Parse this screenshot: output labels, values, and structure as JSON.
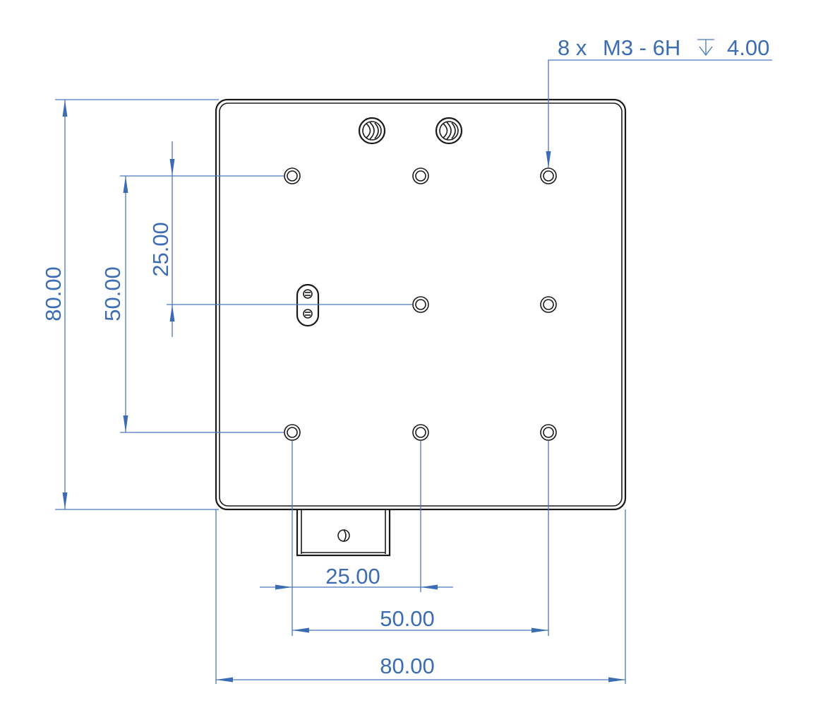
{
  "callout": {
    "count": "8 x",
    "thread": "M3 - 6H",
    "depth_symbol": "depth-symbol",
    "depth": "4.00"
  },
  "dimensions": {
    "overall_height": "80.00",
    "hole_pitch_vertical": "50.00",
    "hole_offset_vertical": "25.00",
    "hole_offset_horizontal": "25.00",
    "hole_pitch_horizontal": "50.00",
    "overall_width": "80.00"
  },
  "colors": {
    "dimension": "#3c6db4",
    "outline": "#1a1a1a",
    "background": "#ffffff"
  }
}
